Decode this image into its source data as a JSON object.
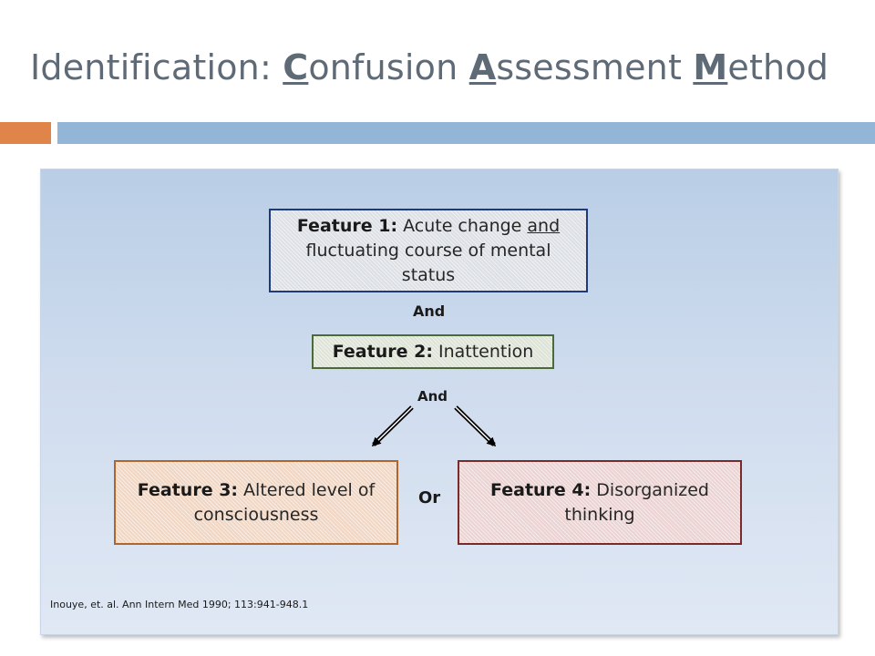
{
  "title": {
    "prefix": "Identification: ",
    "c": "C",
    "onfusion": "onfusion ",
    "a": "A",
    "ssessment": "ssessment ",
    "m": "M",
    "ethod": "ethod"
  },
  "diagram": {
    "feature1": {
      "label": "Feature 1:",
      "text_a": " Acute change ",
      "text_u": "and",
      "text_b": " fluctuating course of mental status"
    },
    "connector1": "And",
    "feature2": {
      "label": "Feature 2:",
      "text": " Inattention"
    },
    "connector2": "And",
    "feature3": {
      "label": "Feature 3:",
      "text": " Altered level of consciousness"
    },
    "connector3": "Or",
    "feature4": {
      "label": "Feature 4:",
      "text": " Disorganized thinking"
    }
  },
  "citation": "Inouye, et. al.  Ann Intern Med 1990; 113:941-948.1",
  "colors": {
    "title_text": "#5f6a77",
    "accent_orange": "#e0854a",
    "accent_blue": "#93b5d6",
    "feature1_border": "#1f3a7a",
    "feature2_border": "#4c6a38",
    "feature3_border": "#b0652a",
    "feature4_border": "#7a2a2a"
  }
}
